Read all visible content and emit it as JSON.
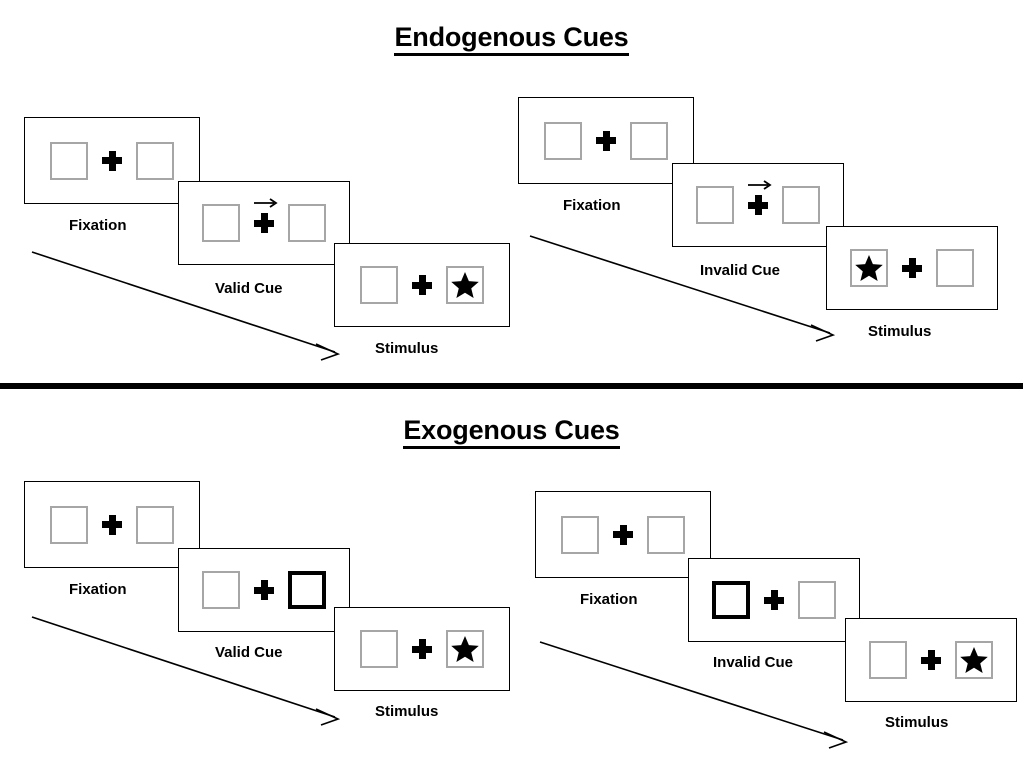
{
  "figure": {
    "sections": [
      {
        "id": "endogenous",
        "title": "Endogenous Cues",
        "sequences": [
          {
            "id": "endogenous-valid",
            "type": "valid",
            "frames": [
              {
                "caption": "Fixation",
                "left_box": {
                  "state": "normal",
                  "content": "empty"
                },
                "right_box": {
                  "state": "normal",
                  "content": "empty"
                },
                "center": "fixation-plus",
                "cue": "none"
              },
              {
                "caption": "Valid Cue",
                "left_box": {
                  "state": "normal",
                  "content": "empty"
                },
                "right_box": {
                  "state": "normal",
                  "content": "empty"
                },
                "center": "fixation-plus",
                "cue": "arrow-right"
              },
              {
                "caption": "Stimulus",
                "left_box": {
                  "state": "normal",
                  "content": "empty"
                },
                "right_box": {
                  "state": "normal",
                  "content": "star"
                },
                "center": "fixation-plus",
                "cue": "none"
              }
            ]
          },
          {
            "id": "endogenous-invalid",
            "type": "invalid",
            "frames": [
              {
                "caption": "Fixation",
                "left_box": {
                  "state": "normal",
                  "content": "empty"
                },
                "right_box": {
                  "state": "normal",
                  "content": "empty"
                },
                "center": "fixation-plus",
                "cue": "none"
              },
              {
                "caption": "Invalid Cue",
                "left_box": {
                  "state": "normal",
                  "content": "empty"
                },
                "right_box": {
                  "state": "normal",
                  "content": "empty"
                },
                "center": "fixation-plus",
                "cue": "arrow-right"
              },
              {
                "caption": "Stimulus",
                "left_box": {
                  "state": "normal",
                  "content": "star"
                },
                "right_box": {
                  "state": "normal",
                  "content": "empty"
                },
                "center": "fixation-plus",
                "cue": "none"
              }
            ]
          }
        ]
      },
      {
        "id": "exogenous",
        "title": "Exogenous Cues",
        "sequences": [
          {
            "id": "exogenous-valid",
            "type": "valid",
            "frames": [
              {
                "caption": "Fixation",
                "left_box": {
                  "state": "normal",
                  "content": "empty"
                },
                "right_box": {
                  "state": "normal",
                  "content": "empty"
                },
                "center": "fixation-plus",
                "cue": "none"
              },
              {
                "caption": "Valid Cue",
                "left_box": {
                  "state": "normal",
                  "content": "empty"
                },
                "right_box": {
                  "state": "highlighted",
                  "content": "empty"
                },
                "center": "fixation-plus",
                "cue": "none"
              },
              {
                "caption": "Stimulus",
                "left_box": {
                  "state": "normal",
                  "content": "empty"
                },
                "right_box": {
                  "state": "normal",
                  "content": "star"
                },
                "center": "fixation-plus",
                "cue": "none"
              }
            ]
          },
          {
            "id": "exogenous-invalid",
            "type": "invalid",
            "frames": [
              {
                "caption": "Fixation",
                "left_box": {
                  "state": "normal",
                  "content": "empty"
                },
                "right_box": {
                  "state": "normal",
                  "content": "empty"
                },
                "center": "fixation-plus",
                "cue": "none"
              },
              {
                "caption": "Invalid Cue",
                "left_box": {
                  "state": "highlighted",
                  "content": "empty"
                },
                "right_box": {
                  "state": "normal",
                  "content": "empty"
                },
                "center": "fixation-plus",
                "cue": "none"
              },
              {
                "caption": "Stimulus",
                "left_box": {
                  "state": "normal",
                  "content": "empty"
                },
                "right_box": {
                  "state": "normal",
                  "content": "star"
                },
                "center": "fixation-plus",
                "cue": "none"
              }
            ]
          }
        ]
      }
    ],
    "colors": {
      "background": "#ffffff",
      "ink": "#000000",
      "panel_border": "#000000",
      "box_border": "#a6a6a6",
      "box_border_cued": "#000000",
      "divider": "#000000"
    }
  }
}
